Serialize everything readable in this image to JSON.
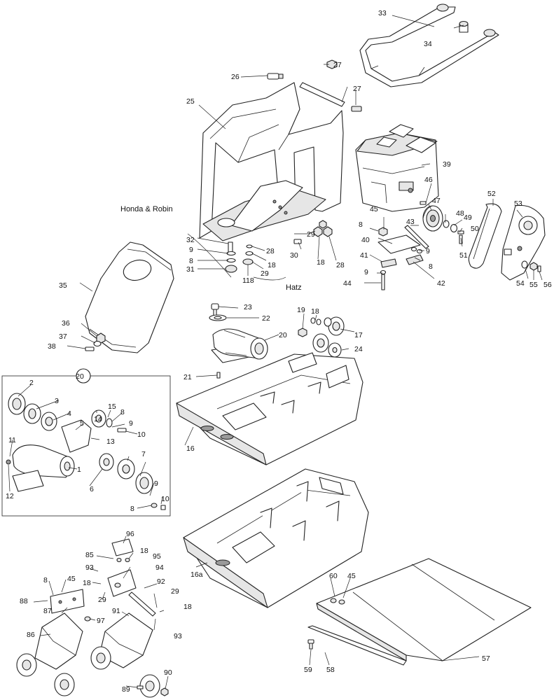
{
  "notes": {
    "honda_robin": "Honda & Robin",
    "hatz": "Hatz"
  },
  "exciter_group": {
    "callout": "20"
  },
  "callouts": {
    "c33": "33",
    "c34": "34",
    "c26": "26",
    "c27a": "27",
    "c27b": "27",
    "c25": "25",
    "c39": "39",
    "c45a": "45",
    "c46": "46",
    "c47": "47",
    "c48": "48",
    "c49": "49",
    "c50": "50",
    "c51": "51",
    "c52": "52",
    "c53": "53",
    "c54": "54",
    "c55": "55",
    "c56": "56",
    "c43": "43",
    "c8a": "8",
    "c40": "40",
    "c9a": "9",
    "c41": "41",
    "c8b": "8",
    "c9b": "9",
    "c42": "42",
    "c44": "44",
    "c32": "32",
    "c9c": "9",
    "c8c": "8",
    "c31": "31",
    "c118": "118",
    "c28a": "28",
    "c18a": "18",
    "c29a": "29",
    "c30": "30",
    "c29b": "29",
    "c18b": "18",
    "c28b": "28",
    "c35": "35",
    "c36": "36",
    "c37": "37",
    "c38": "38",
    "c23": "23",
    "c22": "22",
    "c20": "20",
    "c21": "21",
    "c19": "19",
    "c18c": "18",
    "c17": "17",
    "c24": "24",
    "c16": "16",
    "c16a": "16a",
    "e2": "2",
    "e3": "3",
    "e4": "4",
    "e5": "5",
    "e14": "14",
    "e15": "15",
    "e8a": "8",
    "e9a": "9",
    "e10a": "10",
    "e13": "13",
    "e11": "11",
    "e12": "12",
    "e1": "1",
    "e6": "6",
    "e7": "7",
    "e9b": "9",
    "e8b": "8",
    "e10b": "10",
    "c96": "96",
    "c85": "85",
    "c18d": "18",
    "c95": "95",
    "c94": "94",
    "c93a": "93",
    "c18e": "18",
    "c29c": "29",
    "c8d": "8",
    "c45b": "45",
    "c88": "88",
    "c87": "87",
    "c97": "97",
    "c92": "92",
    "c29d": "29",
    "c18f": "18",
    "c91": "91",
    "c93b": "93",
    "c86": "86",
    "c89": "89",
    "c90": "90",
    "c60": "60",
    "c45c": "45",
    "c57": "57",
    "c59": "59",
    "c58": "58"
  }
}
